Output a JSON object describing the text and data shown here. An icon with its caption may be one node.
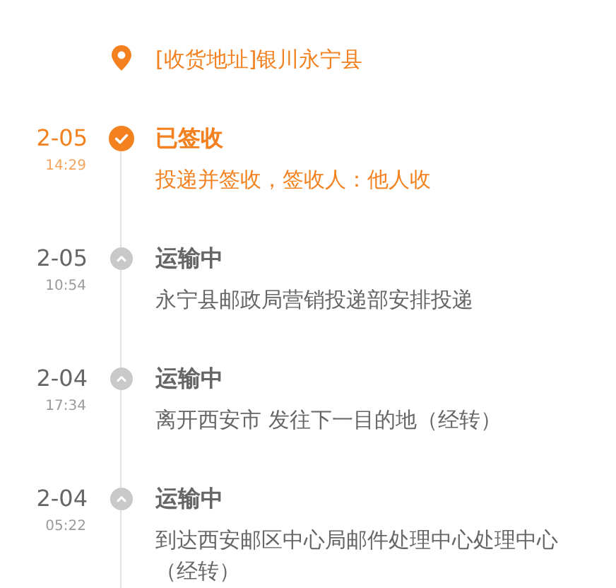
{
  "diagram": {
    "labels": [
      "[收货地址]银川永宁县",
      "2-05",
      "14:29",
      "已签收",
      "投递并签收，签收人：他人收",
      "2-05",
      "10:54",
      "运输中",
      "永宁县邮政局营销投递部安排投递",
      "2-04",
      "17:34",
      "运输中",
      "离开西安市 发往下一目的地（经转）",
      "2-04",
      "05:22",
      "运输中",
      "到达西安邮区中心局邮件处理中心处理中心（经转）"
    ]
  }
}
